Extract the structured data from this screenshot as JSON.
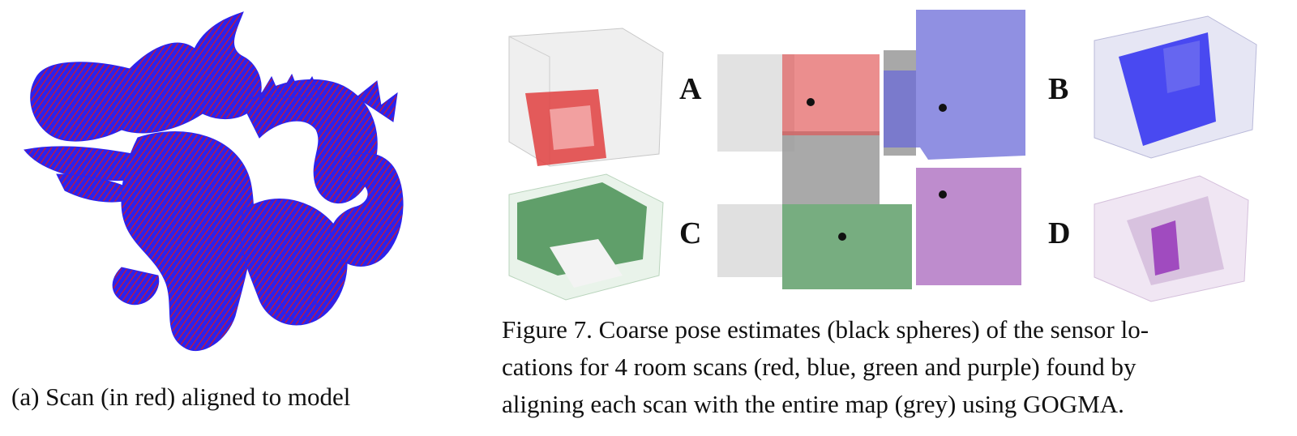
{
  "left_figure": {
    "caption": "(a) Scan (in red) aligned to model",
    "colors": {
      "model": "#2a22ee",
      "scan": "#c0173f"
    }
  },
  "right_figure": {
    "panel_labels": {
      "a": "A",
      "b": "B",
      "c": "C",
      "d": "D"
    },
    "caption_lines": [
      "Figure 7. Coarse pose estimates (black spheres) of the sensor lo-",
      "cations for 4 room scans (red, blue, green and purple) found by",
      "aligning each scan with the entire map (grey) using GOGMA."
    ],
    "colors": {
      "red": "#e04040",
      "blue": "#6b6bd8",
      "green": "#3d8a4a",
      "purple": "#a25bb8",
      "grey": "#9a9a9a",
      "sphere": "#111111"
    }
  }
}
